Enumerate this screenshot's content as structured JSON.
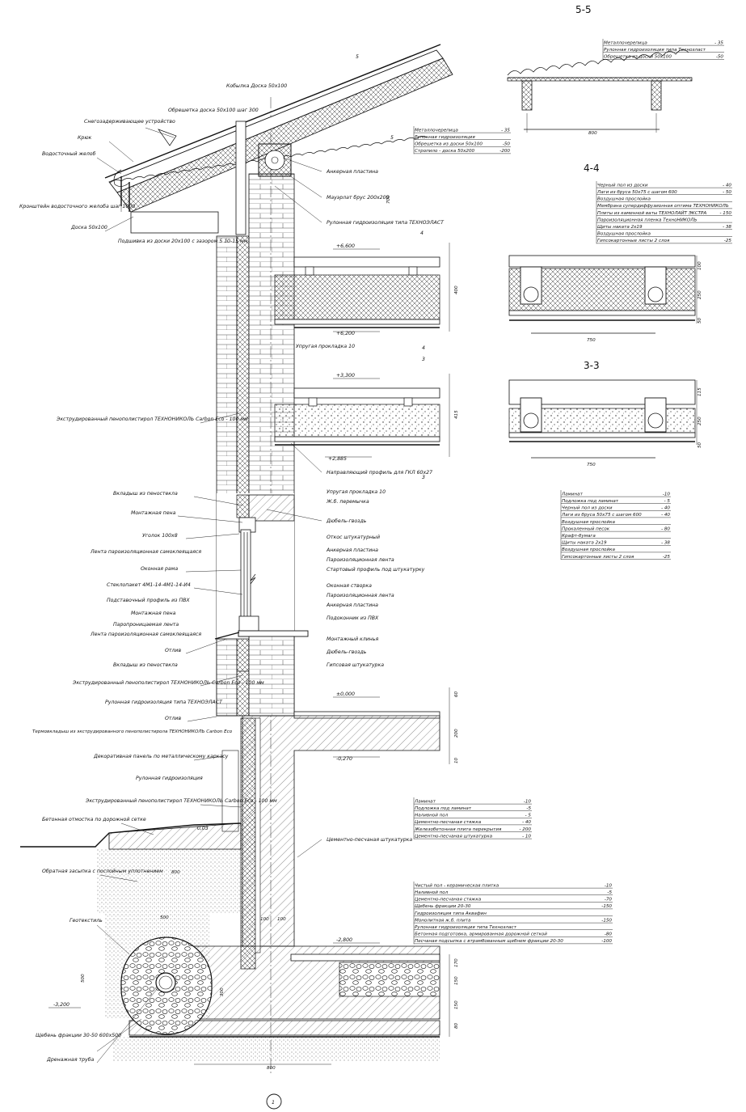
{
  "sections": {
    "s55": "5-5",
    "s44": "4-4",
    "s33": "3-3",
    "cut5": "5",
    "cut4": "4",
    "cut3": "3",
    "axis": "1"
  },
  "legend_55": [
    {
      "name": "Металлочерепица",
      "value": "- 35"
    },
    {
      "name": "Рулонная гидроизоляция типа Технозласт",
      "value": ""
    },
    {
      "name": "Обрешетка из доски 50х100",
      "value": "-50"
    }
  ],
  "legend_roof": [
    {
      "name": "Металлочерепица",
      "value": "- 35"
    },
    {
      "name": "Рулонная гидроизоляция",
      "value": ""
    },
    {
      "name": "Обрешетка из доски 50х100",
      "value": "-50"
    },
    {
      "name": "Стропило - доска 50х200",
      "value": "-200"
    }
  ],
  "legend_44": [
    {
      "name": "Черный пол из доски",
      "value": "- 40"
    },
    {
      "name": "Лаги из бруса 50х75 с шагом 600",
      "value": "- 50"
    },
    {
      "name": "Воздушная прослойка",
      "value": ""
    },
    {
      "name": "Мембрана супердиффузионная оптима ТЕХНОНИКОЛЬ",
      "value": ""
    },
    {
      "name": "Плиты из каменной ваты ТЕХНОЛАЙТ ЭКСТРА",
      "value": "- 150"
    },
    {
      "name": "Пароизоляционная пленка ТехноНИКОЛЬ",
      "value": ""
    },
    {
      "name": "Щиты наката 2х19",
      "value": "- 38"
    },
    {
      "name": "Воздушная прослойка",
      "value": ""
    },
    {
      "name": "Гипсокартонные листы 2 слоя",
      "value": "-25"
    }
  ],
  "legend_33": [
    {
      "name": "Ламинат",
      "value": "-10"
    },
    {
      "name": "Подложка под ламинат",
      "value": "- 5"
    },
    {
      "name": "Черный пол из доски",
      "value": "- 40"
    },
    {
      "name": "Лаги из бруса 50х75 с шагом 600",
      "value": "- 40"
    },
    {
      "name": "Воздушная прослойка",
      "value": ""
    },
    {
      "name": "Прокаленный песок",
      "value": "- 80"
    },
    {
      "name": "Крафт-бумага",
      "value": ""
    },
    {
      "name": "Щиты наката 2х19",
      "value": "- 38"
    },
    {
      "name": "Воздушная прослойка",
      "value": ""
    },
    {
      "name": "Гипсокартонные листы 2 слоя",
      "value": "-25"
    }
  ],
  "legend_ground": [
    {
      "name": "Ламинат",
      "value": "-10"
    },
    {
      "name": "Подложка под ламинат",
      "value": "-5"
    },
    {
      "name": "Наливной пол",
      "value": "- 5"
    },
    {
      "name": "Цементно-песчаная стяжка",
      "value": "- 40"
    },
    {
      "name": "Железобетонная плита перекрытия",
      "value": "- 200"
    },
    {
      "name": "Цементно-песчаная штукатурка",
      "value": "- 10"
    }
  ],
  "legend_basement": [
    {
      "name": "Чистый пол - керамическая плитка",
      "value": "-10"
    },
    {
      "name": "Наливной пол",
      "value": "-5"
    },
    {
      "name": "Цементно-песчаная стяжка",
      "value": "-70"
    },
    {
      "name": "Щебень фракции 20-30",
      "value": "-150"
    },
    {
      "name": "Гидроизоляция типа Аквафин",
      "value": ""
    },
    {
      "name": "Монолитная ж.б. плита",
      "value": "-150"
    },
    {
      "name": "Рулонная гидроизоляция типа Технозласт",
      "value": ""
    },
    {
      "name": "Бетонная подготовка, армированная дорожной сеткой",
      "value": "-80"
    },
    {
      "name": "Песчаная подсыпка с втрамбованным щебнем фракции 20-30",
      "value": "-100"
    }
  ],
  "left_labels": {
    "snow": "Снегозадерживающее устройство",
    "hook": "Крюк",
    "gutter": "Водосточный желоб",
    "bracket": "Кронштейн водосточного желоба шаг 1000",
    "board": "Доска 50х100",
    "xps1": "Экструдированный пенополистирол ТЕХНОНИКОЛЬ Carbon Eco - 100 мм",
    "insert1": "Вкладыш из пеностекла",
    "foam": "Монтажная пена",
    "angle": "Уголок 100х8",
    "tape1": "Лента пароизоляционная самоклеящаяся",
    "frame": "Оконная рама",
    "glass": "Стеклопакет 4М1-14-4М1-14-И4",
    "profile": "Подставочный профиль из ПВХ",
    "foam2": "Монтажная пена",
    "tape2": "Паропроницаемая лента",
    "tape3": "Лента пароизоляционная самоклеящаяся",
    "sill": "Отлив",
    "insert2": "Вкладыш из пеностекла",
    "xps2": "Экструдированный пенополистирол ТЕХНОНИКОЛЬ Carbon Eco - 100 мм",
    "roll1": "Рулонная гидроизоляция типа ТЕХНОЭЛАСТ",
    "sill2": "Отлив",
    "thermo": "Термовкладыш из экструдированного пенополистирола ТЕХНОНИКОЛЬ Carbon Eco",
    "deco": "Декоративная панель по металлическому каркасу",
    "roll2": "Рулонная гидроизоляция",
    "xps3": "Экструдированный пенополистирол ТЕХНОНИКОЛЬ Carbon Eco - 100 мм",
    "blind": "Бетонная отмостка по дорожной сетке",
    "backfill": "Обратная засыпка с послойным уплотнением",
    "geotex": "Геотекстиль",
    "gravel": "Щебень фракции 30-50 600х500",
    "drain": "Дренажная труба"
  },
  "right_labels": {
    "ridge": "Кобылка Доска 50х100",
    "lath": "Обрешетка доска 50х100 шаг 300",
    "anchor": "Анкерная пластина",
    "mauerlat": "Мауэрлат брус 200х200",
    "roll": "Рулонная гидроизоляция типа ТЕХНОЭЛАСТ",
    "plank": "Подшивка из доски 20х100 с зазором 5 10-15 мм",
    "elastic1": "Упругая прокладка 10",
    "guide": "Направляющий профиль для ГКЛ 60х27",
    "elastic2": "Упругая прокладка 10",
    "slab": "Ж.б. перемычка",
    "dowel": "Дюбель-гвоздь",
    "slope": "Откос штукатурный",
    "anchor2": "Анкерная пластина",
    "vapor": "Пароизоляционная лента",
    "starter": "Стартовый профиль под штукатурку",
    "sash": "Оконная створка",
    "vapor2": "Пароизоляционная лента",
    "anchor3": "Анкерная пластина",
    "windowsill": "Подоконник из ПВХ",
    "wedge": "Монтажный клинья",
    "dowel2": "Дюбель-гвоздь",
    "plaster": "Гипсовая штукатурка",
    "cement": "Цементно-песчаная штукатурка"
  },
  "levels": {
    "l1": "+6,600",
    "l2": "+6,200",
    "l3": "+3,300",
    "l4": "+2,885",
    "l5": "±0,000",
    "l6": "-0,270",
    "l7": "0,03",
    "l8": "-2,800",
    "l9": "-3,200"
  },
  "dims": {
    "d700": "700",
    "d400": "400",
    "d415": "415",
    "d60": "60",
    "d200": "200",
    "d10": "10",
    "d800a": "800",
    "d800b": "800",
    "d500a": "500",
    "d500b": "500",
    "d300": "300",
    "d100": "100",
    "d100b": "100",
    "d750a": "750",
    "d750b": "750",
    "d100c": "100",
    "d250a": "250",
    "d50a": "50",
    "d115": "115",
    "d250b": "250",
    "d50b": "50",
    "d800c": "800",
    "d170": "170",
    "d150a": "150",
    "d150b": "150",
    "d80": "80"
  }
}
